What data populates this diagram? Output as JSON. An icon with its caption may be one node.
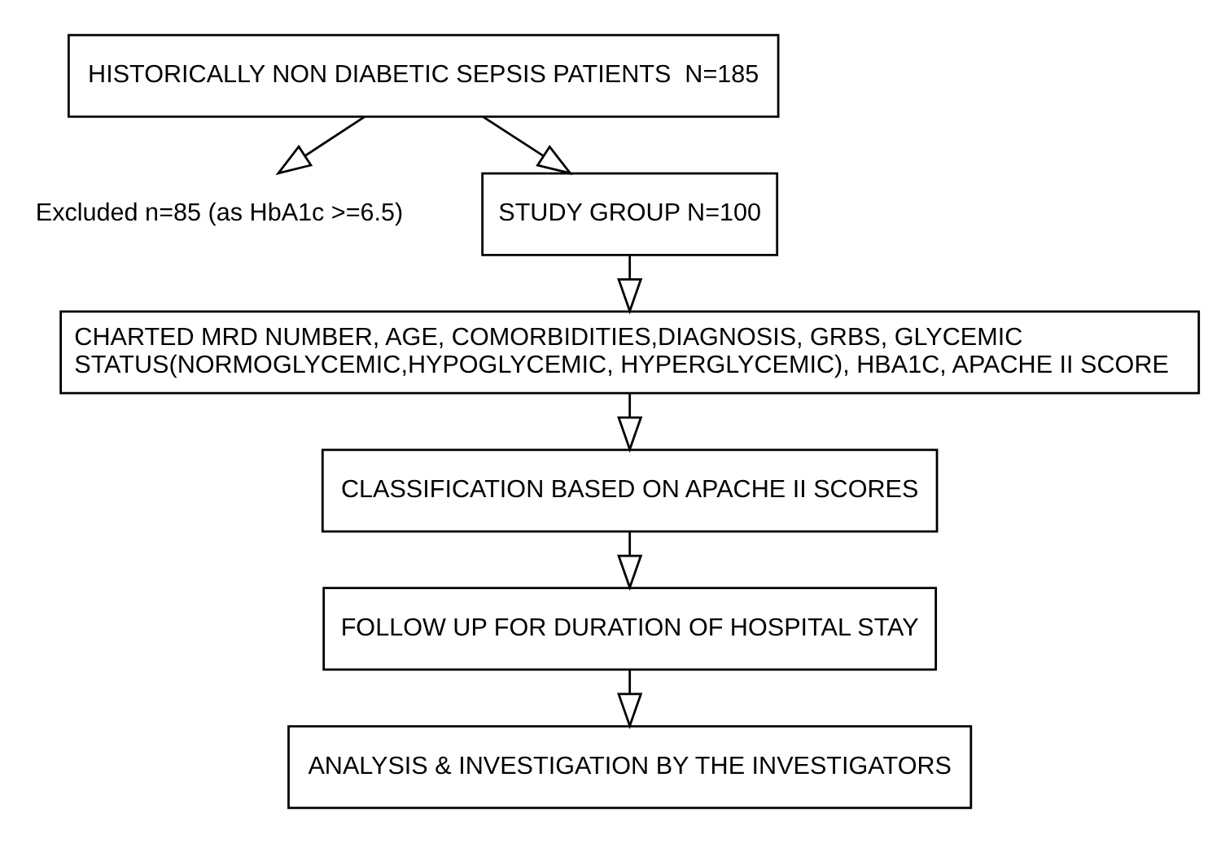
{
  "diagram": {
    "nodes": [
      {
        "text": [
          "HISTORICALLY NON DIABETIC SEPSIS PATIENTS  N=185"
        ]
      },
      {
        "text": [
          "Excluded n=85 (as HbA1c >=6.5)"
        ]
      },
      {
        "text": [
          "STUDY GROUP N=100"
        ]
      },
      {
        "text": [
          "CHARTED MRD NUMBER, AGE, COMORBIDITIES,DIAGNOSIS, GRBS, GLYCEMIC STATUS(NORMOGLYCEMIC,HYPOGLYCEMIC, HYPERGLYCEMIC), HBA1C, APACHE II SCORE"
        ]
      },
      {
        "text": [
          "CLASSIFICATION BASED ON APACHE II SCORES"
        ]
      },
      {
        "text": [
          "FOLLOW UP FOR DURATION OF HOSPITAL STAY"
        ]
      },
      {
        "text": [
          "ANALYSIS & INVESTIGATION BY THE INVESTIGATORS"
        ]
      }
    ],
    "edges": [
      {
        "from": 0,
        "to": 2,
        "arrow": "to"
      },
      {
        "from": 0,
        "to": 1,
        "arrow": "to"
      },
      {
        "from": 2,
        "to": 3,
        "arrow": "to"
      },
      {
        "from": 3,
        "to": 4,
        "arrow": "to"
      },
      {
        "from": 4,
        "to": 5,
        "arrow": "to"
      },
      {
        "from": 5,
        "to": 6,
        "arrow": "to"
      }
    ]
  }
}
